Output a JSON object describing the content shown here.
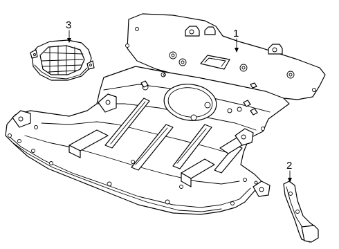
{
  "diagram": {
    "callouts": [
      {
        "id": "callout-1",
        "label": "1"
      },
      {
        "id": "callout-2",
        "label": "2"
      },
      {
        "id": "callout-3",
        "label": "3"
      }
    ],
    "parts": [
      {
        "callout": "1",
        "icon": "underbody-shield-panel"
      },
      {
        "callout": "2",
        "icon": "side-bracket"
      },
      {
        "callout": "3",
        "icon": "grille-vent-cover"
      }
    ],
    "colors": {
      "line": "#000000",
      "background": "#ffffff"
    }
  }
}
